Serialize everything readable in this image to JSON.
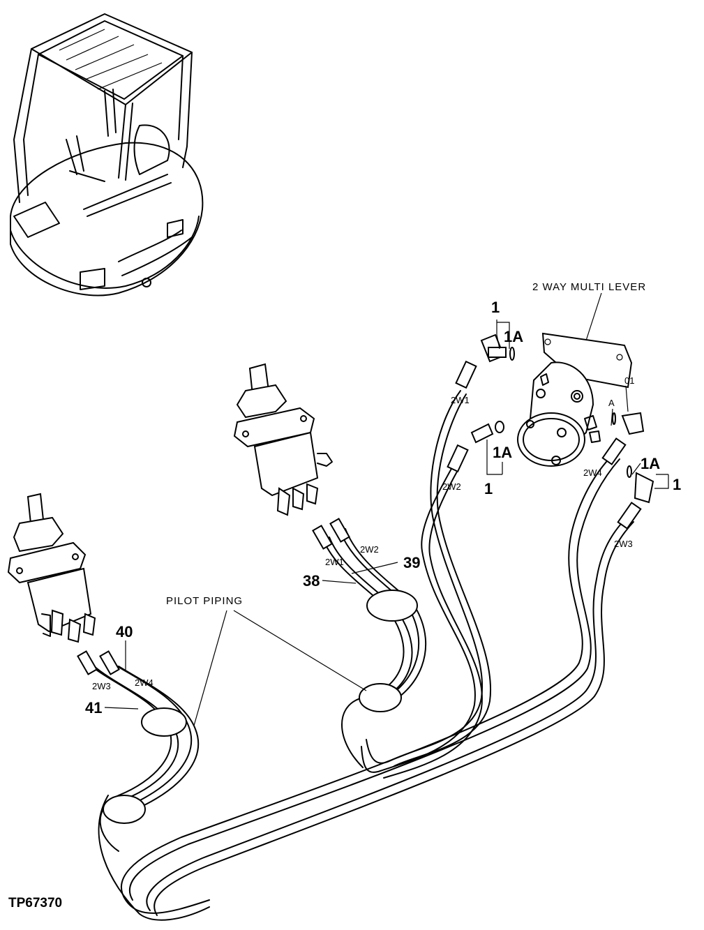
{
  "figure_id": "TP67370",
  "labels": {
    "multi_lever": "2 WAY MULTI LEVER",
    "pilot_piping": "PILOT PIPING",
    "port_a": "A",
    "port_01": "01"
  },
  "callouts": {
    "c1_top": "1",
    "c1a_top": "1A",
    "c1a_mid": "1A",
    "c1_mid": "1",
    "c1a_right": "1A",
    "c1_right": "1",
    "c38": "38",
    "c39": "39",
    "c40": "40",
    "c41": "41"
  },
  "hose_tags": {
    "lever_2w1": "2W1",
    "lever_2w2": "2W2",
    "lever_2w4": "2W4",
    "lever_2w3": "2W3",
    "mid_2w1": "2W1",
    "mid_2w2": "2W2",
    "left_2w3": "2W3",
    "left_2w4": "2W4"
  }
}
